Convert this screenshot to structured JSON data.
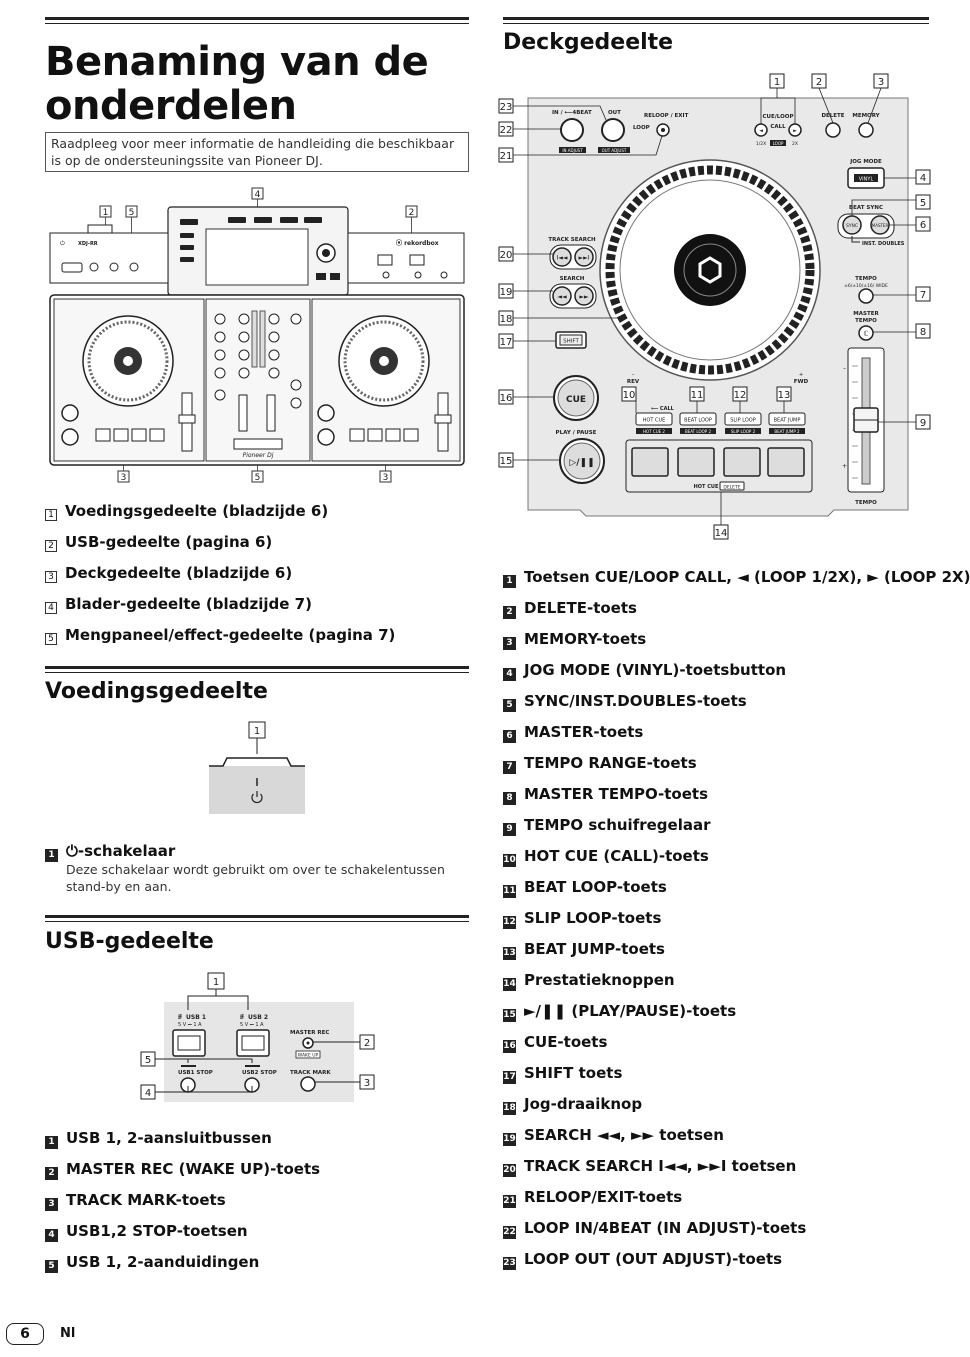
{
  "page": {
    "number": "6",
    "lang": "Nl"
  },
  "main_title": "Benaming van de onderdelen",
  "intro_note": "Raadpleeg voor meer informatie de handleiding die beschikbaar is op de ondersteuningssite van Pioneer DJ.",
  "overview": {
    "callouts": [
      "1",
      "2",
      "3",
      "4",
      "5"
    ],
    "items": [
      {
        "num": "1",
        "label": "Voedingsgedeelte (bladzijde 6)"
      },
      {
        "num": "2",
        "label": "USB-gedeelte (pagina 6)"
      },
      {
        "num": "3",
        "label": "Deckgedeelte (bladzijde 6)"
      },
      {
        "num": "4",
        "label": "Blader-gedeelte (bladzijde 7)"
      },
      {
        "num": "5",
        "label": "Mengpaneel/effect-gedeelte (pagina 7)"
      }
    ],
    "device_labels": {
      "brand": "Pioneer Dj",
      "rekordbox": "rekordbox",
      "model": "XDJ-RR"
    }
  },
  "power": {
    "title": "Voedingsgedeelte",
    "items": [
      {
        "num": "1",
        "label": "⏻-schakelaar",
        "desc": "Deze schakelaar wordt gebruikt om over te schakelentussen stand-by en aan."
      }
    ]
  },
  "usb": {
    "title": "USB-gedeelte",
    "fig": {
      "usb1": "USB 1",
      "usb2": "USB 2",
      "usb1_sub": "5 V ⎓ 1 A",
      "usb2_sub": "5 V ⎓ 1 A",
      "usb1_stop": "USB1 STOP",
      "usb2_stop": "USB2 STOP",
      "master_rec": "MASTER REC",
      "wake_up": "WAKE UP",
      "track_mark": "TRACK MARK"
    },
    "items": [
      {
        "num": "1",
        "label": "USB 1, 2-aansluitbussen"
      },
      {
        "num": "2",
        "label": "MASTER REC (WAKE UP)-toets"
      },
      {
        "num": "3",
        "label": "TRACK MARK-toets"
      },
      {
        "num": "4",
        "label": "USB1,2 STOP-toetsen"
      },
      {
        "num": "5",
        "label": "USB 1, 2-aanduidingen"
      }
    ]
  },
  "deck": {
    "title": "Deckgedeelte",
    "fig": {
      "in_4beat": "IN / ⟵4BEAT",
      "out": "OUT",
      "reloop_exit": "RELOOP / EXIT",
      "loop": "LOOP",
      "in_adjust": "IN ADJUST",
      "out_adjust": "OUT ADJUST",
      "cue_loop": "CUE/LOOP",
      "call": "CALL",
      "half": "1/2X",
      "double": "2X",
      "loop_small": "LOOP",
      "delete": "DELETE",
      "memory": "MEMORY",
      "jog_mode": "JOG MODE",
      "vinyl": "VINYL",
      "beat_sync": "BEAT SYNC",
      "sync": "SYNC",
      "master": "MASTER",
      "inst_doubles": "INST. DOUBLES",
      "tempo": "TEMPO",
      "tempo_range": "±6/±10/±16/ WIDE",
      "master_tempo": "MASTER TEMPO",
      "track_search": "TRACK SEARCH",
      "search": "SEARCH",
      "shift": "SHIFT",
      "rev": "REV",
      "fwd": "FWD",
      "cue": "CUE",
      "play_pause": "PLAY / PAUSE",
      "call_small": "⟵ CALL",
      "hot_cue": "HOT CUE",
      "beat_loop": "BEAT LOOP",
      "slip_loop": "SLIP LOOP",
      "beat_jump": "BEAT JUMP",
      "hot_cue_2": "HOT CUE 2",
      "beat_loop_2": "BEAT LOOP 2",
      "slip_loop_2": "SLIP LOOP 2",
      "beat_jump_2": "BEAT JUMP 2",
      "hot_cue_delete": "HOT CUE",
      "delete_tag": "DELETE",
      "tempo_bottom": "TEMPO"
    },
    "items": [
      {
        "num": "1",
        "label": "Toetsen CUE/LOOP CALL, ◄ (LOOP 1/2X), ► (LOOP 2X)"
      },
      {
        "num": "2",
        "label": "DELETE-toets"
      },
      {
        "num": "3",
        "label": "MEMORY-toets"
      },
      {
        "num": "4",
        "label": "JOG MODE (VINYL)-toetsbutton"
      },
      {
        "num": "5",
        "label": "SYNC/INST.DOUBLES-toets"
      },
      {
        "num": "6",
        "label": "MASTER-toets"
      },
      {
        "num": "7",
        "label": "TEMPO RANGE-toets"
      },
      {
        "num": "8",
        "label": "MASTER TEMPO-toets"
      },
      {
        "num": "9",
        "label": "TEMPO schuifregelaar"
      },
      {
        "num": "10",
        "label": "HOT CUE (CALL)-toets"
      },
      {
        "num": "11",
        "label": "BEAT LOOP-toets"
      },
      {
        "num": "12",
        "label": "SLIP LOOP-toets"
      },
      {
        "num": "13",
        "label": "BEAT JUMP-toets"
      },
      {
        "num": "14",
        "label": "Prestatieknoppen"
      },
      {
        "num": "15",
        "label": "►/❚❚ (PLAY/PAUSE)-toets"
      },
      {
        "num": "16",
        "label": "CUE-toets"
      },
      {
        "num": "17",
        "label": "SHIFT toets"
      },
      {
        "num": "18",
        "label": "Jog-draaiknop"
      },
      {
        "num": "19",
        "label": "SEARCH ◄◄, ►► toetsen"
      },
      {
        "num": "20",
        "label": "TRACK SEARCH I◄◄, ►►I toetsen"
      },
      {
        "num": "21",
        "label": "RELOOP/EXIT-toets"
      },
      {
        "num": "22",
        "label": "LOOP IN/4BEAT (IN ADJUST)-toets"
      },
      {
        "num": "23",
        "label": "LOOP OUT (OUT ADJUST)-toets"
      }
    ]
  }
}
